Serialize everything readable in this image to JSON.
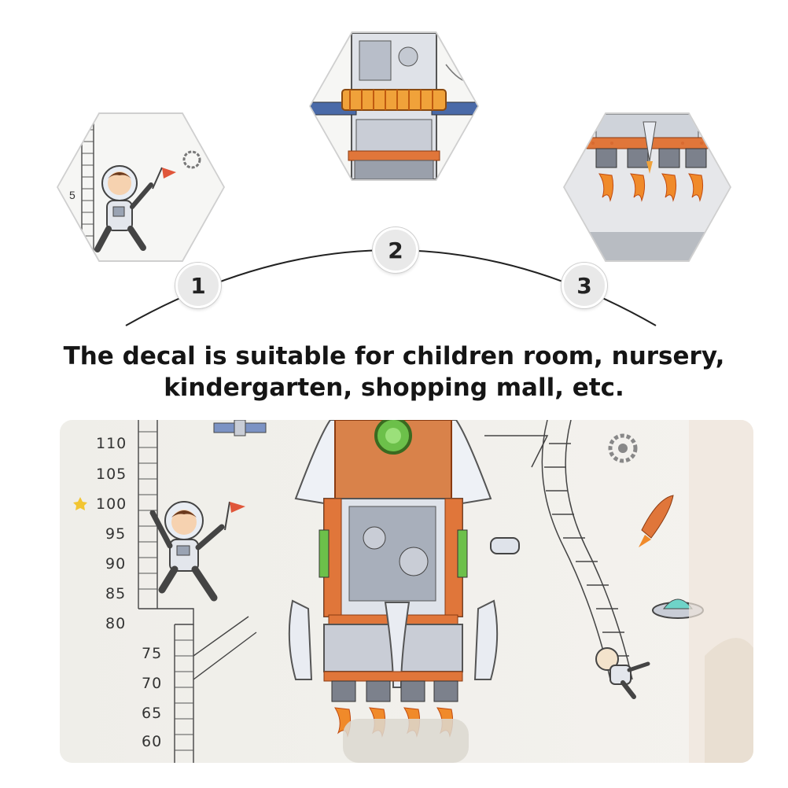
{
  "steps": [
    "1",
    "2",
    "3"
  ],
  "caption": {
    "line1": "The decal is suitable for children room, nursery,",
    "line2": "kindergarten, shopping mall, etc."
  },
  "hex1": {
    "scale_label": "5"
  },
  "height_scale": [
    "110",
    "105",
    "100",
    "95",
    "90",
    "85",
    "80",
    "75",
    "70",
    "65",
    "60"
  ],
  "colors": {
    "rocket_orange": "#e0763a",
    "rocket_silver": "#c9cdd6",
    "flame": "#f08a2a",
    "step_bg": "#e9e9e9",
    "text": "#151515"
  }
}
